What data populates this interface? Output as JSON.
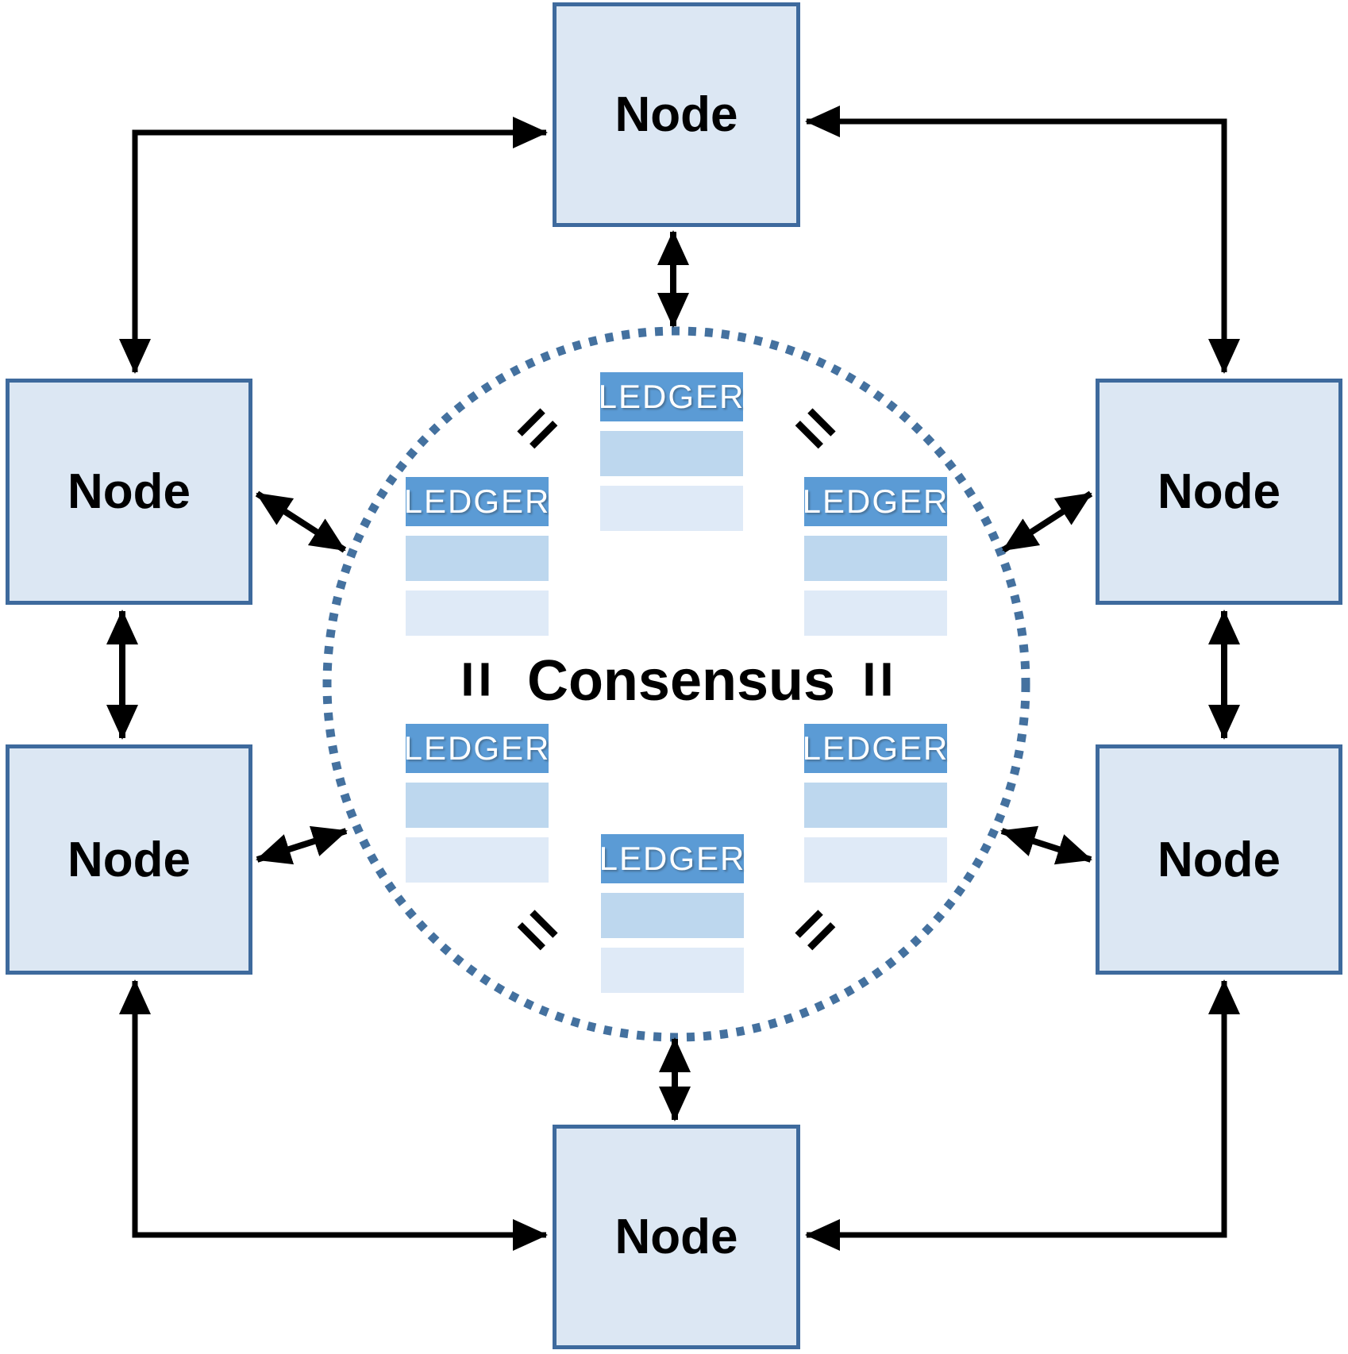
{
  "diagram": {
    "center": {
      "label": "Consensus"
    },
    "equals": {
      "symbol": "="
    },
    "nodes": [
      {
        "id": "top",
        "label": "Node"
      },
      {
        "id": "left-upper",
        "label": "Node"
      },
      {
        "id": "left-lower",
        "label": "Node"
      },
      {
        "id": "right-upper",
        "label": "Node"
      },
      {
        "id": "right-lower",
        "label": "Node"
      },
      {
        "id": "bottom",
        "label": "Node"
      }
    ],
    "ledgers": [
      {
        "id": "top",
        "label": "LEDGER"
      },
      {
        "id": "upper-left",
        "label": "LEDGER"
      },
      {
        "id": "upper-right",
        "label": "LEDGER"
      },
      {
        "id": "lower-left",
        "label": "LEDGER"
      },
      {
        "id": "lower-right",
        "label": "LEDGER"
      },
      {
        "id": "bottom",
        "label": "LEDGER"
      }
    ],
    "colors": {
      "node_fill": "#dce7f3",
      "node_border": "#3e6a9d",
      "ledger_header": "#5b9bd5",
      "ledger_row1": "#bdd7ee",
      "ledger_row2": "#dfeaf7",
      "circle_dots": "#44719f",
      "arrows": "#000000",
      "text": "#000000"
    }
  }
}
